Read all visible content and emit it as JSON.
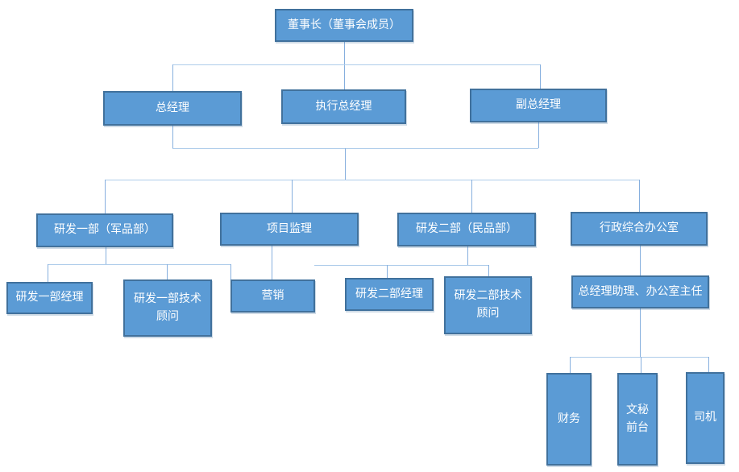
{
  "diagram": {
    "type": "org-chart",
    "nodes": {
      "chairman": {
        "label": "董事长（董事会成员）",
        "level": 1
      },
      "gm": {
        "label": "总经理",
        "level": 2
      },
      "egm": {
        "label": "执行总经理",
        "level": 2
      },
      "dgm": {
        "label": "副总经理",
        "level": 2
      },
      "rd1": {
        "label": "研发一部（军品部）",
        "level": 3
      },
      "pm": {
        "label": "项目监理",
        "level": 3
      },
      "rd2": {
        "label": "研发二部（民品部）",
        "level": 3
      },
      "admin": {
        "label": "行政综合办公室",
        "level": 3
      },
      "rd1mgr": {
        "label": "研发一部经理",
        "level": 4
      },
      "rd1tech": {
        "label": "研发一部技术顾问",
        "level": 4
      },
      "marketing": {
        "label": "营销",
        "level": 4
      },
      "rd2mgr": {
        "label": "研发二部经理",
        "level": 4
      },
      "rd2tech": {
        "label": "研发二部技术顾问",
        "level": 4
      },
      "assistant": {
        "label": "总经理助理、办公室主任",
        "level": 4
      },
      "finance": {
        "label": "财务",
        "level": 5
      },
      "secretary": {
        "label": "文秘前台",
        "level": 5
      },
      "driver": {
        "label": "司机",
        "level": 5
      }
    },
    "edges": [
      "chairman -> gm",
      "chairman -> egm",
      "chairman -> dgm",
      "management(gm/egm/dgm) -> rd1",
      "management(gm/egm/dgm) -> pm",
      "management(gm/egm/dgm) -> rd2",
      "management(gm/egm/dgm) -> admin",
      "rd1 -> rd1mgr",
      "rd1 -> rd1tech",
      "pm -> marketing",
      "rd2 -> rd2mgr",
      "rd2 -> rd2tech",
      "admin -> assistant",
      "assistant -> finance",
      "assistant -> secretary",
      "assistant -> driver"
    ],
    "colors": {
      "node_fill": "#5B9BD5",
      "node_border": "#41719C",
      "node_text": "#FFFFFF",
      "connector_vertical": "#86AFDE",
      "connector_horizontal": "#AECCEA",
      "background": "#FFFFFF"
    }
  }
}
